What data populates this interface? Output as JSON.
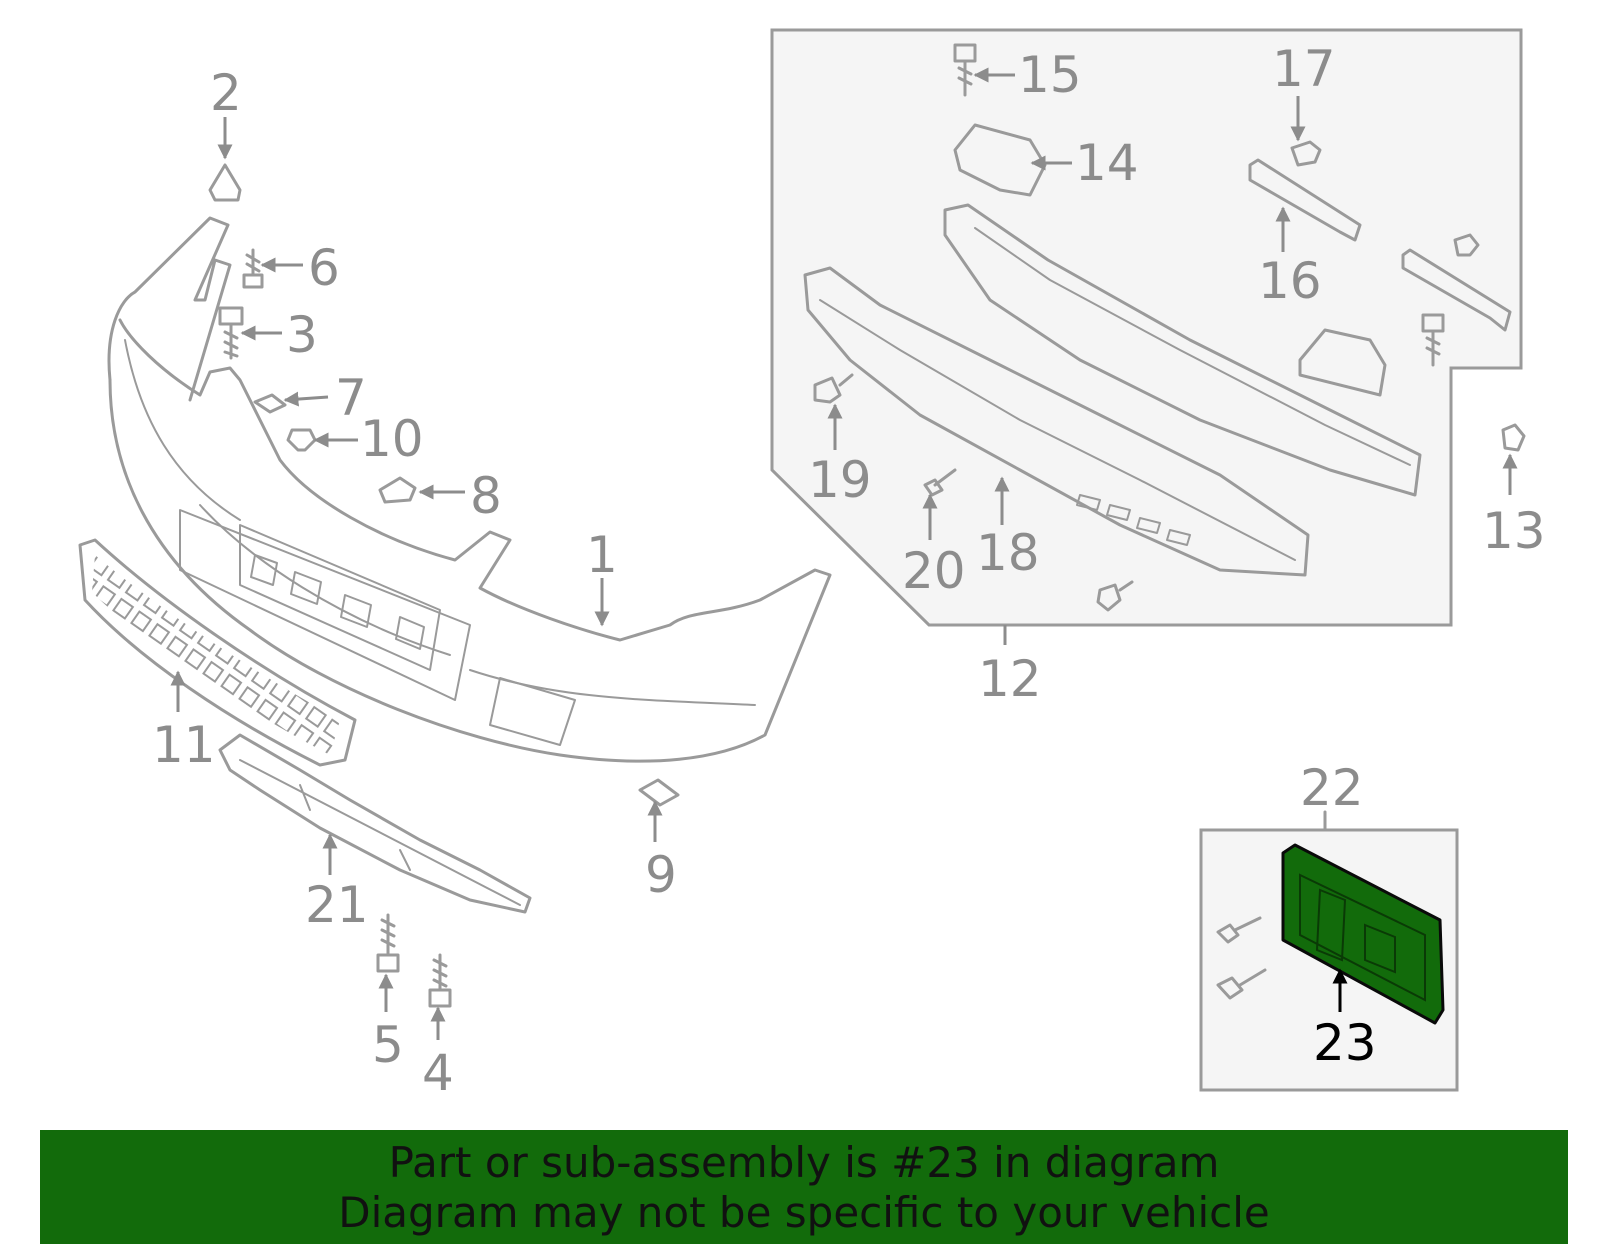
{
  "callouts": {
    "c1": "1",
    "c2": "2",
    "c3": "3",
    "c4": "4",
    "c5": "5",
    "c6": "6",
    "c7": "7",
    "c8": "8",
    "c9": "9",
    "c10": "10",
    "c11": "11",
    "c12": "12",
    "c13": "13",
    "c14": "14",
    "c15": "15",
    "c16": "16",
    "c17": "17",
    "c18": "18",
    "c19": "19",
    "c20": "20",
    "c21": "21",
    "c22": "22",
    "c23": "23"
  },
  "highlighted_callout": "23",
  "banner": {
    "line1": "Part or sub-assembly is #23 in diagram",
    "line2": "Diagram may not be specific to your vehicle"
  },
  "colors": {
    "banner_bg": "#126b0b",
    "highlight_part": "#126b0b",
    "line_art": "#9a9a9a"
  }
}
